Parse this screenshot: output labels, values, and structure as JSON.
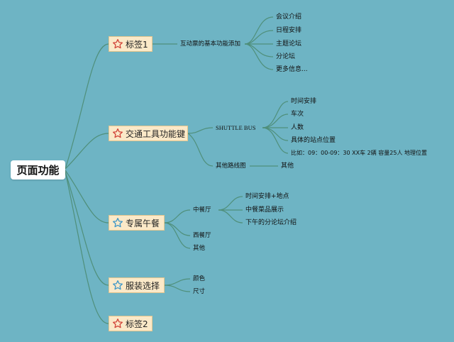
{
  "root": {
    "label": "页面功能"
  },
  "colors": {
    "background": "#6eb4c4",
    "line": "#4f8f7a",
    "branch_fill": "#fbe9c8",
    "branch_border": "#e2c58e",
    "star_red": "#d2453a",
    "star_blue": "#3f97c8"
  },
  "branches": [
    {
      "label": "标签1",
      "star_icon": "star-outline-red-icon",
      "children": [
        {
          "label": "互动票的基本功能添加",
          "children": [
            "会议介绍",
            "日程安排",
            "主题论坛",
            "分论坛",
            "更多信息..."
          ]
        }
      ]
    },
    {
      "label": "交通工具功能键",
      "star_icon": "star-outline-red-icon",
      "children": [
        {
          "label": "SHUTTLE BUS",
          "children": [
            "时间安排",
            "车次",
            "人数",
            "具体的站点位置",
            "比如：09：00-09：30 XX车  2辆 容量25人 地理位置"
          ]
        },
        {
          "label": "其他路线图",
          "children": [
            "其他"
          ]
        }
      ]
    },
    {
      "label": "专属午餐",
      "star_icon": "star-outline-blue-icon",
      "children": [
        {
          "label": "中餐厅",
          "children": [
            "时间安排+地点",
            "中餐菜品展示",
            "下午的分论坛介绍"
          ]
        },
        {
          "label": "西餐厅",
          "children": []
        },
        {
          "label": "其他",
          "children": []
        }
      ]
    },
    {
      "label": "服装选择",
      "star_icon": "star-outline-blue-icon",
      "children": [
        {
          "label": "颜色",
          "children": []
        },
        {
          "label": "尺寸",
          "children": []
        }
      ]
    },
    {
      "label": "标签2",
      "star_icon": "star-outline-red-icon",
      "children": []
    }
  ]
}
